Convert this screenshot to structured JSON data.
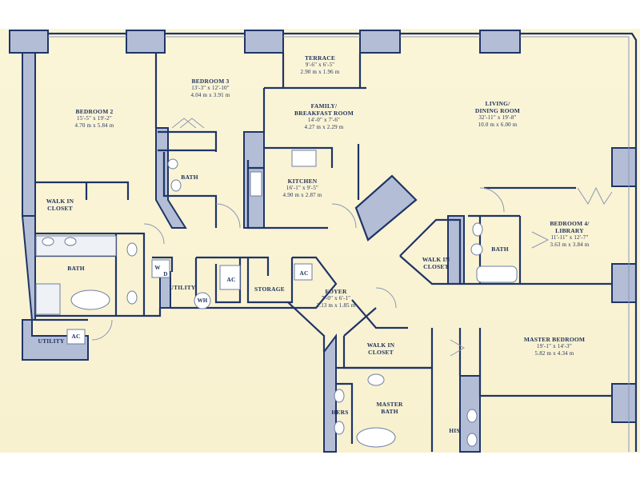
{
  "colors": {
    "floor": "#fbf5d8",
    "wall": "#1e3566",
    "column": "#b4bdd6",
    "tile": "#e8ecf2"
  },
  "rooms": {
    "terrace": {
      "name": "TERRACE",
      "imperial": "9'-6\" x 6'-5\"",
      "metric": "2.90 m x 1.96 m"
    },
    "bedroom3": {
      "name": "BEDROOM 3",
      "imperial": "13'-3\" x 12'-10\"",
      "metric": "4.04 m x 3.91 m"
    },
    "bedroom2": {
      "name": "BEDROOM 2",
      "imperial": "15'-5\" x 19'-2\"",
      "metric": "4.70 m x 5.84 m"
    },
    "family": {
      "name1": "FAMILY/",
      "name2": "BREAKFAST ROOM",
      "imperial": "14'-0\" x 7'-6\"",
      "metric": "4.27 m x 2.29 m"
    },
    "living": {
      "name1": "LIVING/",
      "name2": "DINING ROOM",
      "imperial": "32'-11\" x 19'-8\"",
      "metric": "10.0 m x 6.00 m"
    },
    "kitchen": {
      "name": "KITCHEN",
      "imperial": "16'-1\" x 9'-5\"",
      "metric": "4.90 m x 2.87 m"
    },
    "bedroom4": {
      "name1": "BEDROOM 4/",
      "name2": "LIBRARY",
      "imperial": "11'-11\" x 12'-7\"",
      "metric": "3.63 m x 3.84 m"
    },
    "foyer": {
      "name": "FOYER",
      "imperial": "7'-0\" x 6'-1\"",
      "metric": "2.13 m x 1.85 m"
    },
    "master_bedroom": {
      "name": "MASTER BEDROOM",
      "imperial": "19'-1\" x 14'-3\"",
      "metric": "5.82 m x 4.34 m"
    }
  },
  "labels": {
    "walk_in_closet_1": "WALK IN",
    "walk_in_closet_2": "CLOSET",
    "bath": "BATH",
    "master_bath_1": "MASTER",
    "master_bath_2": "BATH",
    "hers": "HERS",
    "his": "HIS",
    "utility": "UTILITY",
    "storage": "STORAGE",
    "ac": "AC",
    "wh": "WH",
    "w": "W",
    "d": "D"
  }
}
